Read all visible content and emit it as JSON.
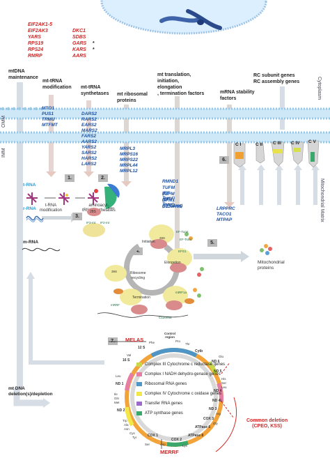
{
  "disease_genes_red": [
    "EIF2AK1-5",
    "EIF2AK3",
    "YARS",
    "RPS19",
    "RPS24",
    "RMRP"
  ],
  "disease_genes_red2": [
    "DKC1",
    "SDBS",
    "GARS",
    "KARS",
    "AARS"
  ],
  "star": "*",
  "compartments": {
    "omm": "OMM",
    "imm": "IMM",
    "cytoplasm": "Cytoplasm",
    "matrix": "Mitochondrial Matrix"
  },
  "headers": {
    "maintenance": "mtDNA\nmaintenance",
    "trna_mod": "mt-tRNA\nmodification",
    "synthetases": "mt-tRNA\nsynthetases",
    "ribosomal": "mt ribosomal\nproteins",
    "translation": "mt translation,\ninitiation,\nelongation\n, termination factors",
    "mrna_stability": "mRNA stability\nfactors",
    "rc_genes": "RC subunit genes\nRC assembly genes"
  },
  "trna_mod_genes": [
    "MTO1",
    "PUS1",
    "TRMU",
    "MTFMT"
  ],
  "synthetase_genes": [
    "DARS2",
    "RARS2",
    "EARS2",
    "MARS2",
    "FARS2",
    "AARS2",
    "YARS2",
    "SARS2",
    "HARS2",
    "LARS2"
  ],
  "ribosomal_genes": [
    "MRPL3",
    "MRPS16",
    "MRPS22",
    "MRPL44",
    "MRPL12"
  ],
  "translation_genes": [
    "RMND1",
    "TUFM (EF-Tumt)",
    "TSFM (EF-Tsmt)",
    "GFM1 (EFG1mt)",
    "C12orf65"
  ],
  "stability_genes": [
    "LRPPRC",
    "TACO1",
    "MTPAP"
  ],
  "complexes": [
    "C I",
    "C II",
    "C III",
    "C IV",
    "C V"
  ],
  "steps": [
    "1.",
    "2.",
    "3.",
    "4.",
    "5.",
    "6.",
    "7."
  ],
  "labels": {
    "trna": "t-RNA",
    "rrna": "r-RNA",
    "mrna": "m-RNA",
    "trna_modification": "t-RNA\nmodification",
    "aminoacyl": "aminoacyl-\ntRNA synthetases",
    "mito_proteins": "Mitochondrial\nproteins",
    "deletion": "mt DNA\ndeletion(s)/depletion",
    "melas": "MELAS",
    "merrf": "MERRF",
    "common_deletion": "Common deletion\n(CPEO, KSS)",
    "control_region": "Control\nregion"
  },
  "cycle": {
    "initiation": "Initiation",
    "elongation": "Elongation",
    "termination": "Termination",
    "recycling": "Ribosome\nrecycling",
    "s28": "28S",
    "s39": "39S",
    "if3": "IF3-mt",
    "if2": "IF2-mt",
    "eftu": "EF-Tumt",
    "efts": "EF-Tsmt",
    "efg1": "EFG1",
    "mrrf": "mRRF",
    "mtrf1a": "mtRF1a",
    "c12": "C12orf65",
    "fmet": "fMet"
  },
  "legend": [
    {
      "label": "Complex III Cytochrome c reductase genes",
      "color": "#c8d84a"
    },
    {
      "label": "Complex I NADH dehydro-genase genes",
      "color": "#e57ea2"
    },
    {
      "label": "Ribosomal RNA genes",
      "color": "#4f95c6"
    },
    {
      "label": "Complex IV Cytochrome c oxidase genes",
      "color": "#f1e64a"
    },
    {
      "label": "Transfer RNA genes",
      "color": "#9b6bc9"
    },
    {
      "label": "ATP synthase genes",
      "color": "#3aa86a"
    }
  ],
  "genome_genes": [
    "12 S",
    "16 S",
    "ND 1",
    "ND 2",
    "COX 1",
    "COX 2",
    "ATPase 8",
    "ATPase 6",
    "COX 3",
    "ND 3",
    "ND 4L",
    "ND 4",
    "ND 5",
    "ND 6",
    "Cytb"
  ],
  "trna_letters": [
    "Phe",
    "Val",
    "Leu",
    "Ile",
    "Gln",
    "Met",
    "Trp",
    "Ala",
    "Asn",
    "Cys",
    "Tyr",
    "Ser",
    "Asp",
    "Lys",
    "Gly",
    "Arg",
    "His",
    "Ser",
    "Leu",
    "Glu",
    "Thr",
    "Pro"
  ],
  "colors": {
    "membrane": "#bfe0f2",
    "arrow": "#c7cfd8",
    "nucleus": "#d9eefb",
    "ring": "#f2a33a"
  }
}
